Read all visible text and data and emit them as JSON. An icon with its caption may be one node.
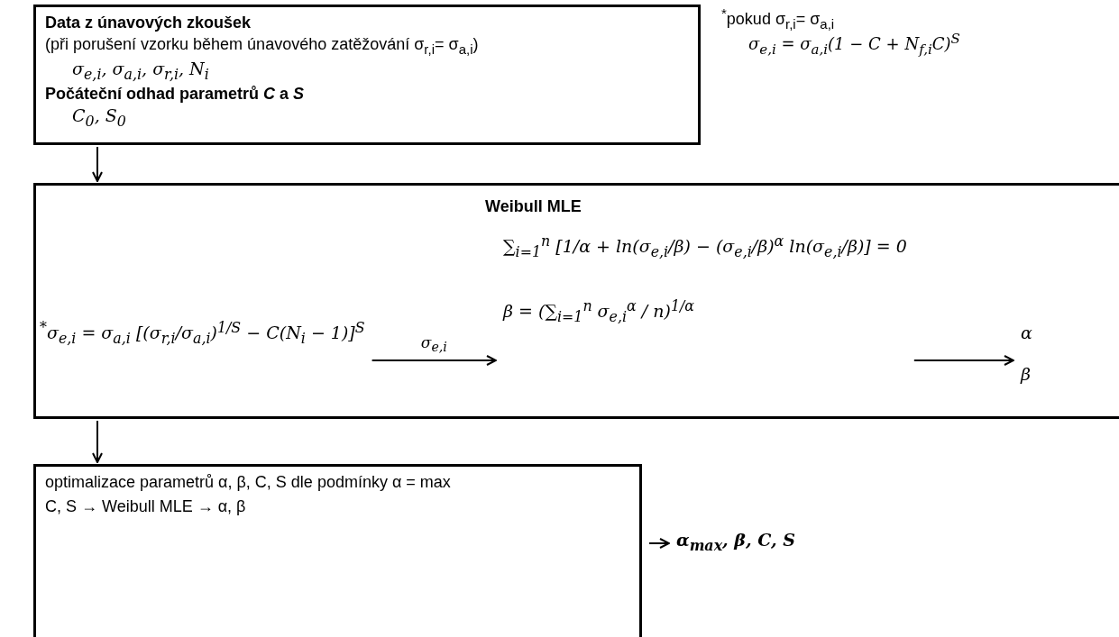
{
  "diagram": {
    "nodes": [
      {
        "text": [
          "Data z únavových zkoušek",
          "(při porušení vzorku během únavového zatěžování σ$_{r,i}$= σ$_{a,i}$)",
          "σ$_{e,i}$, σ$_{a,i}$, σ$_{r,i}$, N$_{i}$",
          "Počáteční odhad parametrů *C* a *S*",
          "C$_{0}$, S$_{0}$"
        ]
      },
      {
        "text": [
          "Weibull MLE"
        ]
      },
      {
        "text": [
          "$^{*}$σ$_{e,i}$ = σ$_{a,i}$ [(σ$_{r,i}$/σ$_{a,i}$)$^{1/S}$ − C(N$_{i}$ − 1)]$^{S}$"
        ],
        "in": 1
      },
      {
        "text": [
          "∑$_{i=1}$$^{n}$ [1/α + ln(σ$_{e,i}$/β) − (σ$_{e,i}$/β)$^{α}$ ln(σ$_{e,i}$/β)] = 0",
          "β = (∑$_{i=1}$$^{n}$ σ$_{e,i}$$^{α}$ / n)$^{1/α}$"
        ],
        "in": 1
      },
      {
        "text": [
          "α",
          "β"
        ],
        "in": 1
      },
      {
        "text": [
          "optimalizace parametrů α, β, C, S dle podmínky α = max",
          "C, S → Weibull MLE → α, β"
        ]
      },
      {
        "text": [
          "α$_{max}$, β, C, S"
        ]
      }
    ],
    "edges": [
      {
        "from": 0,
        "to": 1,
        "arrow": "to"
      },
      {
        "from": 2,
        "to": 3,
        "arrow": "to",
        "label": "σ$_{e,i}$"
      },
      {
        "from": 3,
        "to": 4,
        "arrow": "to"
      },
      {
        "from": 1,
        "to": 5,
        "arrow": "to"
      },
      {
        "from": 5,
        "to": 6,
        "arrow": "to"
      }
    ],
    "labels": [
      "$^{*}$pokud σ$_{r,i}$= σ$_{a,i}$",
      "σ$_{e,i}$ = σ$_{a,i}$(1 − C + N$_{f,i}$C)$^{S}$"
    ]
  }
}
